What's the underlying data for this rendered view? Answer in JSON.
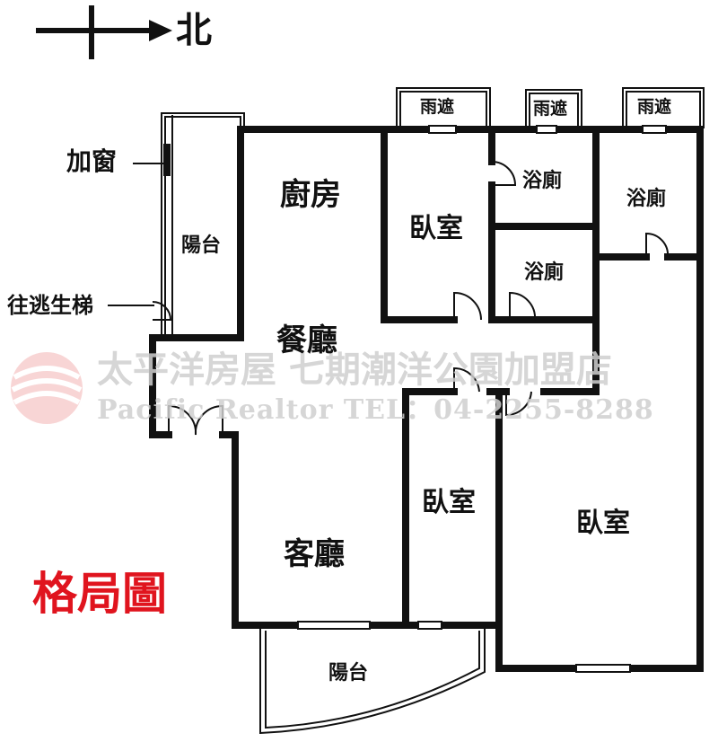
{
  "compass": {
    "label": "北"
  },
  "title": "格局圖",
  "watermark": {
    "line1": "太平洋房屋 七期潮洋公園加盟店",
    "line2": "Pacific Realtor TEL：04-2255-8288"
  },
  "rooms": {
    "kitchen": "廚房",
    "dining": "餐廳",
    "living": "客廳",
    "bedroom_top": "臥室",
    "bedroom_mid": "臥室",
    "bedroom_right": "臥室",
    "bath_1": "浴廁",
    "bath_2": "浴廁",
    "bath_3": "浴廁",
    "balcony_side": "陽台",
    "balcony_bottom": "陽台",
    "rain_cover_1": "雨遮",
    "rain_cover_2": "雨遮",
    "rain_cover_3": "雨遮"
  },
  "annotations": {
    "added_window": "加窗",
    "to_escape_stairs": "往逃生梯"
  },
  "colors": {
    "wall": "#111111",
    "title": "#e0141e",
    "watermark": "#cfcfcf",
    "logo": "#e86060"
  }
}
